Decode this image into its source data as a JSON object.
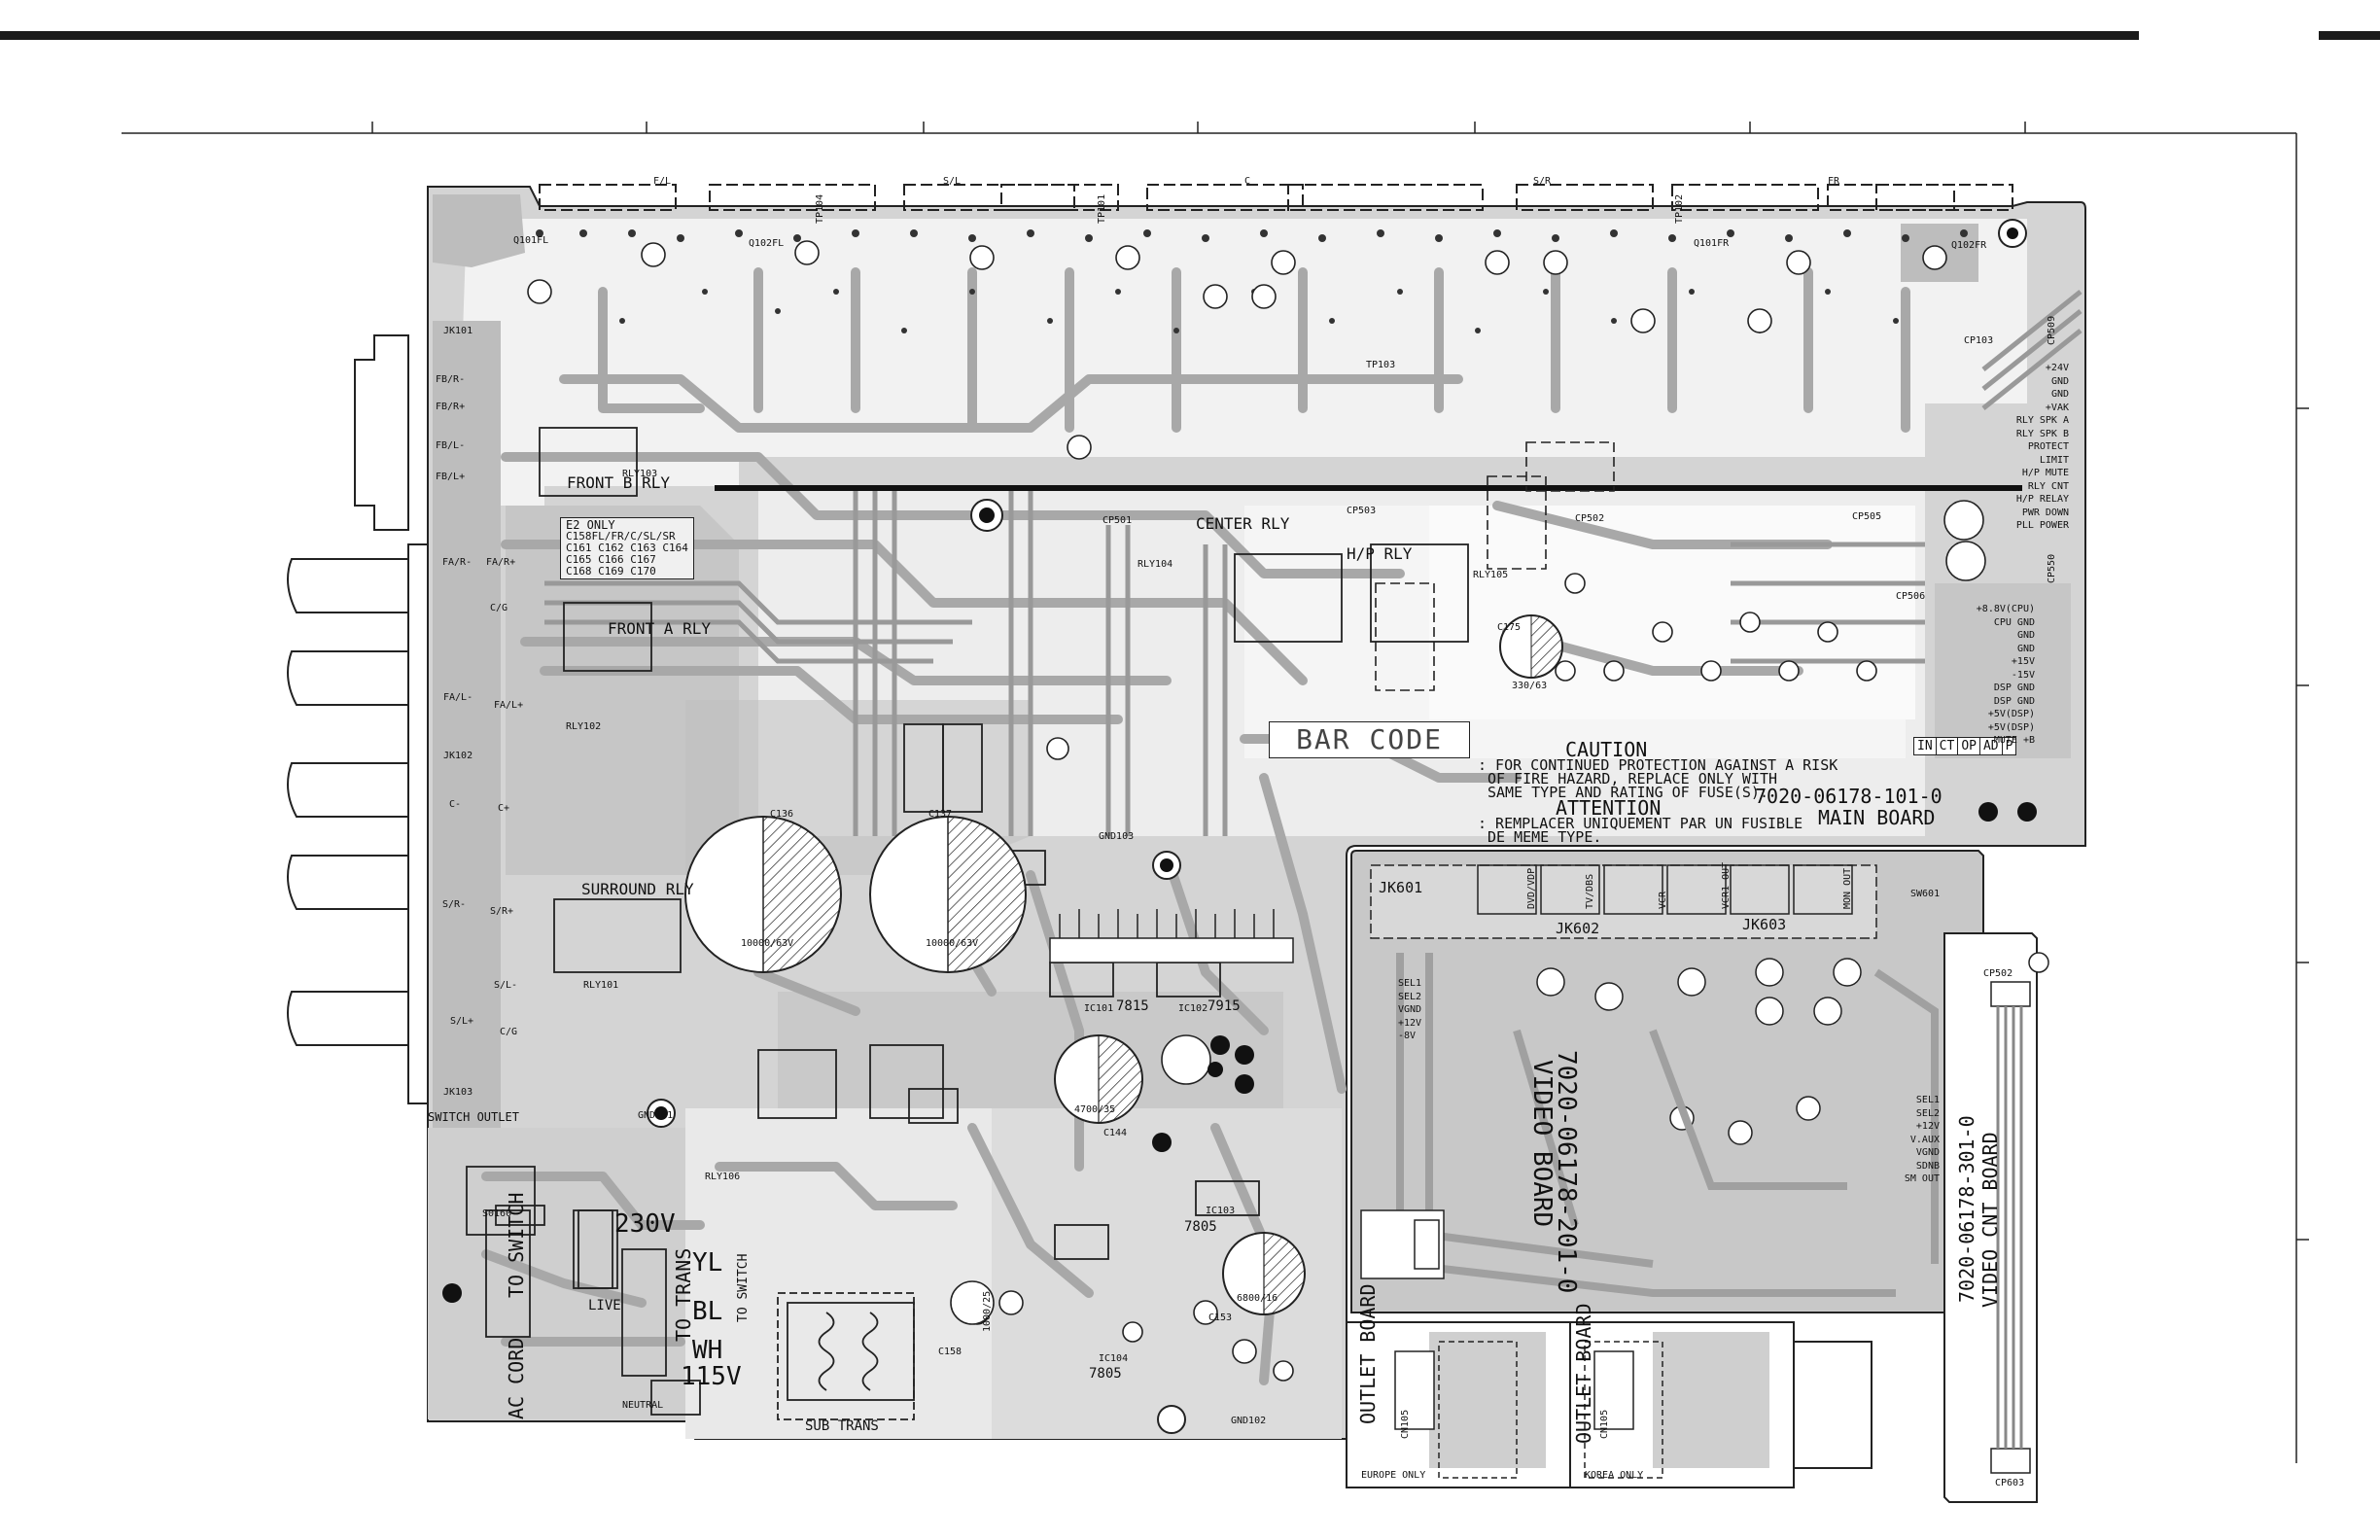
{
  "board": {
    "main_labels": {
      "warning_main_title": "CAUTION",
      "warning_main_text": [
        ": FOR CONTINUED PROTECTION AGAINST A RISK",
        "OF FIRE HAZARD, REPLACE ONLY WITH",
        "SAME TYPE AND RATING OF FUSE(S)."
      ],
      "warning_alt_title": "ATTENTION",
      "warning_alt_text": [
        ": REMPLACER UNIQUEMENT PAR UN FUSIBLE",
        "DE MEME TYPE."
      ],
      "part_number": "7020-06178-101-0",
      "board_name": "MAIN BOARD",
      "bar_code": "BAR CODE",
      "revision_tags": [
        "IN",
        "CT",
        "OP",
        "AD",
        "P"
      ]
    },
    "video_board": {
      "part_number": "7020-06178-201-0",
      "board_name": "VIDEO BOARD",
      "jacks": [
        "JK601",
        "JK602",
        "JK603"
      ],
      "connectors_top": [
        "DVD/VDP",
        "TV/DBS",
        "VCR",
        "VCR1 OUT",
        "MON OUT"
      ],
      "pins": [
        "SEL1",
        "SEL2",
        "VGND",
        "+12V",
        "-8V"
      ]
    },
    "video_cnt_board": {
      "part_number": "7020-06178-301-0",
      "board_name": "VIDEO CNT BOARD",
      "top_connector": "CP502",
      "bottom_connector": "CP603"
    },
    "outlet_boards": [
      {
        "name": "OUTLET BOARD",
        "note": "EUROPE ONLY",
        "ref": "CN105"
      },
      {
        "name": "OUTLET BOARD",
        "note": "KOREA ONLY",
        "ref": "CN105"
      }
    ],
    "relays": [
      "FRONT B RLY",
      "FRONT A RLY",
      "SURROUND RLY",
      "CENTER RLY",
      "H/P RLY",
      "RLY101",
      "RLY102",
      "RLY103",
      "RLY104",
      "RLY105",
      "RLY106"
    ],
    "power_labels": {
      "switch_outlet": "SWITCH OUTLET",
      "v230": "230V",
      "v115": "115V",
      "yl": "YL",
      "bl": "BL",
      "wh": "WH",
      "to_switch": "TO SWITCH",
      "to_switch_2": "TO SWITCH",
      "ac_cord": "AC CORD",
      "live": "LIVE",
      "neutral": "NEUTRAL",
      "trans": "TO TRANS",
      "sub_trans": "SUB TRANS",
      "s0160": "S0160"
    },
    "big_caps": [
      {
        "ref": "C136",
        "value": "10000/63V"
      },
      {
        "ref": "C137",
        "value": "10000/63V"
      },
      {
        "ref": "C144",
        "value": "4700/35"
      },
      {
        "ref": "C153",
        "value": "6800/16"
      },
      {
        "ref": "C175",
        "value": "330/63"
      },
      {
        "ref": "C158",
        "value": "1000/25"
      }
    ],
    "regulators": [
      "7815",
      "7915",
      "7805",
      "7805"
    ],
    "channel_tabs": [
      "F/L",
      "S/L",
      "C",
      "S/R",
      "FR"
    ],
    "left_jacks": {
      "jk101": "JK101",
      "jk102": "JK102",
      "jk103": "JK103",
      "labels": [
        "FB/R-",
        "FB/R+",
        "FB/L-",
        "FB/L+",
        "FA/R-",
        "FA/R+",
        "C/G",
        "FA/L-",
        "FA/L+",
        "C-",
        "C+",
        "S/R-",
        "S/R+",
        "S/L-",
        "S/L+",
        "C/G"
      ]
    },
    "e2_note": {
      "title": "E2 ONLY",
      "lines": [
        "C158FL/FR/C/SL/SR",
        "C161 C162 C163 C164",
        "C165 C166 C167",
        "C168 C169 C170"
      ]
    },
    "right_connector_pins": [
      "+24V",
      "GND",
      "GND",
      "+VAK",
      "RLY SPK A",
      "RLY SPK B",
      "PROTECT",
      "LIMIT",
      "H/P MUTE",
      "RLY CNT",
      "H/P RELAY",
      "PWR DOWN",
      "PLL POWER"
    ],
    "right_connector2_pins": [
      "+8.8V(CPU)",
      "CPU GND",
      "GND",
      "GND",
      "+15V",
      "-15V",
      "DSP GND",
      "DSP GND",
      "+5V(DSP)",
      "+5V(DSP)",
      "MUTE +B"
    ],
    "video_cnt_pins": [
      "SEL1",
      "SEL2",
      "+12V",
      "V.AUX",
      "VGND",
      "SDNB",
      "SM OUT"
    ],
    "ids": {
      "cp503": "CP503",
      "cp501": "CP501",
      "cp502": "CP502",
      "cp505": "CP505",
      "cp506": "CP506",
      "cp103": "CP103",
      "cp550": "CP550",
      "cp509": "CP509",
      "gnd101": "GND101",
      "gnd102": "GND102",
      "gnd103": "GND103",
      "sw601": "SW601",
      "ic101": "IC101",
      "ic102": "IC102",
      "ic103": "IC103",
      "ic104": "IC104",
      "q101fl": "Q101FL",
      "q102fl": "Q102FL",
      "q102fr": "Q102FR",
      "q101fr": "Q101FR",
      "tp104": "TP104",
      "tp101": "TP101",
      "tp102": "TP102",
      "tp103": "TP103",
      "fr_label": "FR"
    },
    "colors": {
      "copper": "#bdbdbd",
      "trace": "#a8a8a8",
      "outline": "#222222",
      "background": "#ffffff"
    }
  }
}
